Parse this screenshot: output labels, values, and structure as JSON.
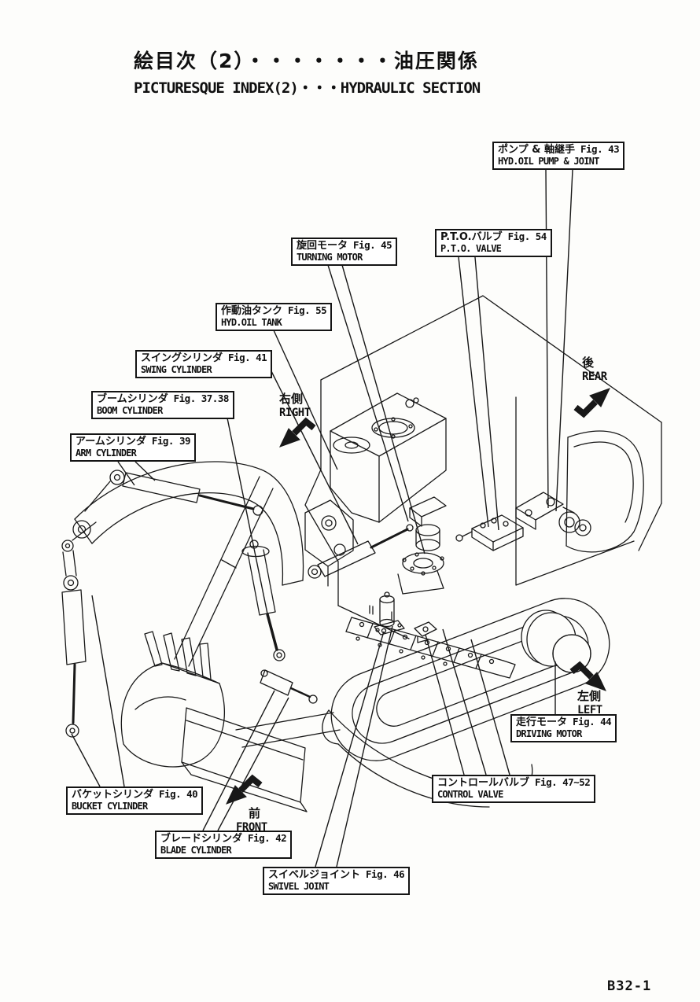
{
  "header": {
    "title_ja": "絵目次（2）・・・・・・・油圧関係",
    "title_en": "PICTURESQUE INDEX(2)・・・HYDRAULIC SECTION"
  },
  "page_code": "B32-1",
  "callouts": [
    {
      "id": "pump_joint",
      "ja": "ポンプ & 軸継手",
      "fig": "Fig. 43",
      "en": "HYD.OIL PUMP & JOINT"
    },
    {
      "id": "pto_valve",
      "ja": "P.T.O.バルブ",
      "fig": "Fig. 54",
      "en": "P.T.O. VALVE"
    },
    {
      "id": "turning_motor",
      "ja": "旋回モータ",
      "fig": "Fig. 45",
      "en": "TURNING MOTOR"
    },
    {
      "id": "hyd_oil_tank",
      "ja": "作動油タンク",
      "fig": "Fig. 55",
      "en": "HYD.OIL TANK"
    },
    {
      "id": "swing_cylinder",
      "ja": "スイングシリンダ",
      "fig": "Fig. 41",
      "en": "SWING CYLINDER"
    },
    {
      "id": "boom_cylinder",
      "ja": "ブームシリンダ",
      "fig": "Fig. 37.38",
      "en": "BOOM CYLINDER"
    },
    {
      "id": "arm_cylinder",
      "ja": "アームシリンダ",
      "fig": "Fig. 39",
      "en": "ARM CYLINDER"
    },
    {
      "id": "bucket_cylinder",
      "ja": "バケットシリンダ",
      "fig": "Fig. 40",
      "en": "BUCKET CYLINDER"
    },
    {
      "id": "blade_cylinder",
      "ja": "ブレードシリンダ",
      "fig": "Fig. 42",
      "en": "BLADE CYLINDER"
    },
    {
      "id": "swivel_joint",
      "ja": "スイベルジョイント",
      "fig": "Fig. 46",
      "en": "SWIVEL JOINT"
    },
    {
      "id": "control_valve",
      "ja": "コントロールバルブ",
      "fig": "Fig. 47~52",
      "en": "CONTROL VALVE"
    },
    {
      "id": "driving_motor",
      "ja": "走行モータ",
      "fig": "Fig. 44",
      "en": "DRIVING MOTOR"
    }
  ],
  "directions": {
    "rear": {
      "ja": "後",
      "en": "REAR"
    },
    "right": {
      "ja": "右側",
      "en": "RIGHT"
    },
    "left": {
      "ja": "左側",
      "en": "LEFT"
    },
    "front": {
      "ja": "前",
      "en": "FRONT"
    }
  },
  "colors": {
    "ink": "#181818",
    "paper": "#fdfdfb"
  }
}
